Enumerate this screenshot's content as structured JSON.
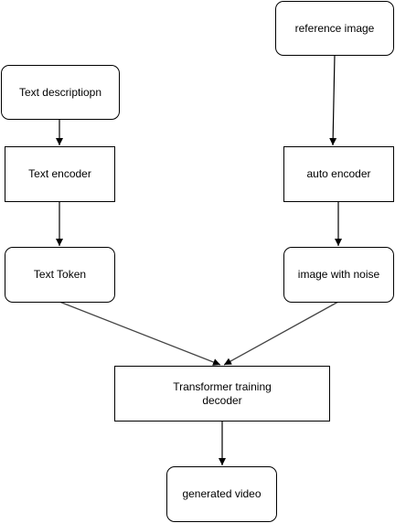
{
  "nodes": {
    "text_description": "Text descriptiopn",
    "text_encoder": "Text encoder",
    "text_token": "Text Token",
    "reference_image": "reference image",
    "auto_encoder": "auto encoder",
    "image_with_noise": "image with noise",
    "transformer": "Transformer training\ndecoder",
    "generated_video": "generated video"
  },
  "colors": {
    "stroke": "#000000",
    "arrow_line": "#444444",
    "fill": "#ffffff"
  }
}
